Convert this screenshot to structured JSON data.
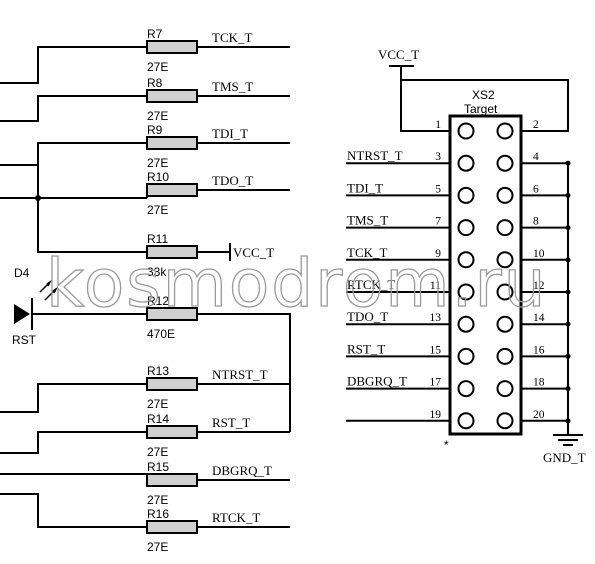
{
  "watermark": "kosmodrom.ru",
  "resistors": [
    {
      "ref": "R7",
      "value": "27E",
      "net": "TCK_T"
    },
    {
      "ref": "R8",
      "value": "27E",
      "net": "TMS_T"
    },
    {
      "ref": "R9",
      "value": "27E",
      "net": "TDI_T"
    },
    {
      "ref": "R10",
      "value": "27E",
      "net": "TDO_T"
    },
    {
      "ref": "R11",
      "value": "33k",
      "net": "VCC_T"
    },
    {
      "ref": "R12",
      "value": "470E",
      "net": ""
    },
    {
      "ref": "R13",
      "value": "27E",
      "net": "NTRST_T"
    },
    {
      "ref": "R14",
      "value": "27E",
      "net": "RST_T"
    },
    {
      "ref": "R15",
      "value": "27E",
      "net": "DBGRQ_T"
    },
    {
      "ref": "R16",
      "value": "27E",
      "net": "RTCK_T"
    }
  ],
  "led": {
    "ref": "D4",
    "label": "RST"
  },
  "connector": {
    "ref": "XS2",
    "name": "Target",
    "power_net": "VCC_T",
    "ground_net": "GND_T",
    "pin1_marker": "*",
    "left_pins": [
      {
        "num": "1",
        "net": ""
      },
      {
        "num": "3",
        "net": "NTRST_T"
      },
      {
        "num": "5",
        "net": "TDI_T"
      },
      {
        "num": "7",
        "net": "TMS_T"
      },
      {
        "num": "9",
        "net": "TCK_T"
      },
      {
        "num": "11",
        "net": "RTCK_T"
      },
      {
        "num": "13",
        "net": "TDO_T"
      },
      {
        "num": "15",
        "net": "RST_T"
      },
      {
        "num": "17",
        "net": "DBGRQ_T"
      },
      {
        "num": "19",
        "net": ""
      }
    ],
    "right_pins": [
      "2",
      "4",
      "6",
      "8",
      "10",
      "12",
      "14",
      "16",
      "18",
      "20"
    ]
  }
}
